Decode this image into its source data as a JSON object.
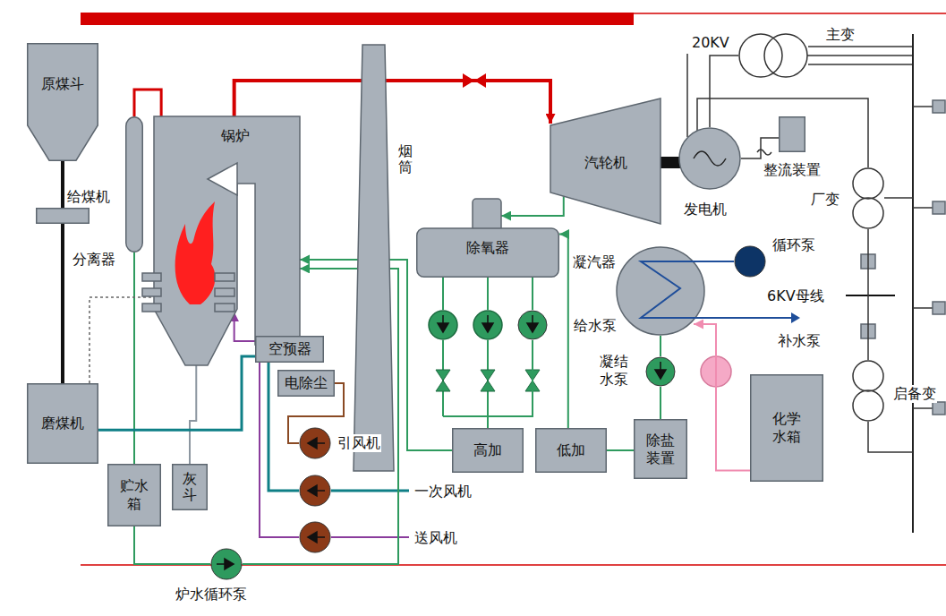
{
  "diagram": {
    "nodes": [
      {
        "text": [
          "原煤斗"
        ]
      },
      {
        "text": [
          "给煤机"
        ]
      },
      {
        "text": [
          "分离器"
        ]
      },
      {
        "text": [
          "锅炉"
        ]
      },
      {
        "text": [
          "烟筒"
        ]
      },
      {
        "text": [
          "除氧器"
        ]
      },
      {
        "text": [
          "汽轮机"
        ]
      },
      {
        "text": [
          "发电机"
        ]
      },
      {
        "text": [
          "主变"
        ]
      },
      {
        "text": [
          "整流装置"
        ]
      },
      {
        "text": [
          "厂变"
        ]
      },
      {
        "text": [
          "凝汽器"
        ]
      },
      {
        "text": [
          "循环泵"
        ]
      },
      {
        "text": [
          "给水泵"
        ]
      },
      {
        "text": [
          "凝结水泵"
        ]
      },
      {
        "text": [
          "高加"
        ]
      },
      {
        "text": [
          "低加"
        ]
      },
      {
        "text": [
          "除盐装置"
        ]
      },
      {
        "text": [
          "化学水箱"
        ]
      },
      {
        "text": [
          "空预器"
        ]
      },
      {
        "text": [
          "电除尘"
        ]
      },
      {
        "text": [
          "引风机"
        ]
      },
      {
        "text": [
          "一次风机"
        ]
      },
      {
        "text": [
          "送风机"
        ]
      },
      {
        "text": [
          "磨煤机"
        ]
      },
      {
        "text": [
          "贮水箱"
        ]
      },
      {
        "text": [
          "灰斗"
        ]
      },
      {
        "text": [
          "炉水循环泵"
        ]
      },
      {
        "text": [
          "启备变"
        ]
      }
    ],
    "edges": [
      {
        "from": 0,
        "to": 1,
        "arrow": "none"
      },
      {
        "from": 1,
        "to": 24,
        "arrow": "none"
      },
      {
        "from": 2,
        "to": 3,
        "arrow": "none"
      },
      {
        "from": 3,
        "to": 6,
        "arrow": "to"
      },
      {
        "from": 2,
        "to": 25,
        "arrow": "none"
      },
      {
        "from": 3,
        "to": 26,
        "arrow": "none"
      },
      {
        "from": 24,
        "to": 3,
        "arrow": "none"
      },
      {
        "from": 19,
        "to": 24,
        "arrow": "none"
      },
      {
        "from": 22,
        "to": 19,
        "arrow": "none"
      },
      {
        "from": 23,
        "to": 19,
        "arrow": "none"
      },
      {
        "from": 19,
        "to": 3,
        "arrow": "to"
      },
      {
        "from": 20,
        "to": 21,
        "arrow": "none"
      },
      {
        "from": 25,
        "to": 27,
        "arrow": "none"
      },
      {
        "from": 27,
        "to": 3,
        "arrow": "to"
      },
      {
        "from": 15,
        "to": 3,
        "arrow": "to"
      },
      {
        "from": 6,
        "to": 5,
        "arrow": "to"
      },
      {
        "from": 16,
        "to": 5,
        "arrow": "to"
      },
      {
        "from": 5,
        "to": 13,
        "arrow": "none"
      },
      {
        "from": 13,
        "to": 15,
        "arrow": "none"
      },
      {
        "from": 17,
        "to": 16,
        "arrow": "none"
      },
      {
        "from": 11,
        "to": 14,
        "arrow": "none"
      },
      {
        "from": 14,
        "to": 17,
        "arrow": "none"
      },
      {
        "from": 18,
        "to": 11,
        "arrow": "to"
      },
      {
        "from": 12,
        "to": 11,
        "arrow": "none"
      },
      {
        "from": 7,
        "to": 8,
        "arrow": "none"
      },
      {
        "from": 7,
        "to": 9,
        "arrow": "none"
      },
      {
        "from": 7,
        "to": 10,
        "arrow": "none"
      },
      {
        "from": 10,
        "to": 28,
        "arrow": "none"
      }
    ],
    "labels": [
      "20KV",
      "6KV母线",
      "补水泵"
    ]
  }
}
